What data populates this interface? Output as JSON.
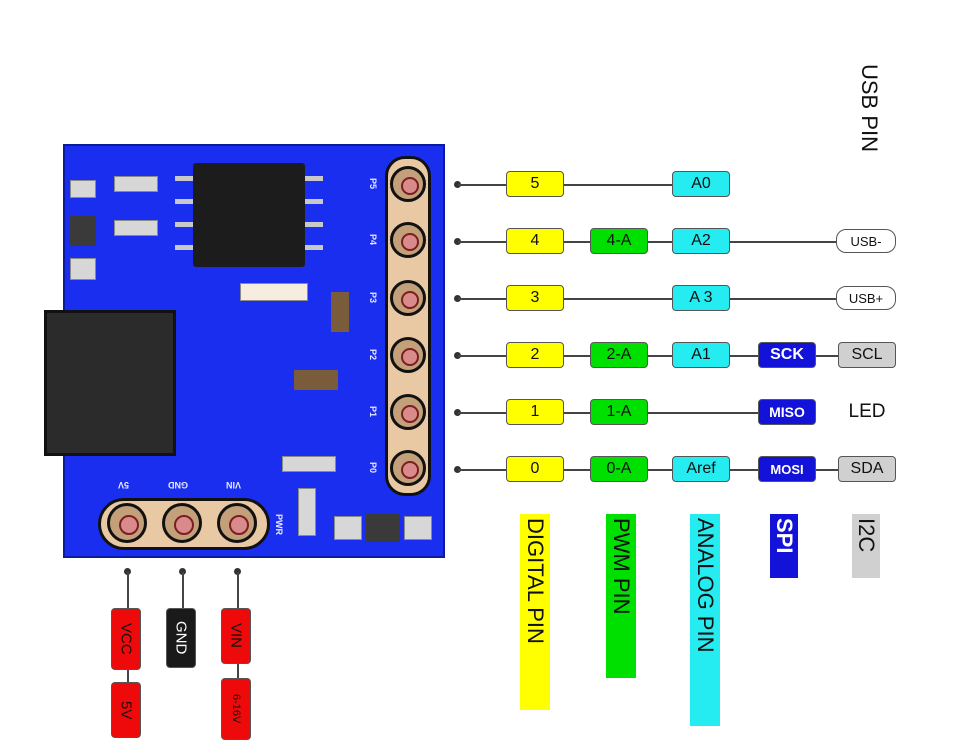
{
  "header": {
    "usb_pin_title": "USB PIN"
  },
  "board": {
    "pin_silk": [
      "P5",
      "P4",
      "P3",
      "P2",
      "P1",
      "P0"
    ],
    "power_silk": [
      "5V",
      "GND",
      "VIN"
    ],
    "side_silk": "PWR",
    "colors": {
      "board": "#1a2ef0",
      "chip": "#1c1c1c"
    }
  },
  "rows": [
    {
      "digital": "5",
      "pwm": "",
      "analog": "A0",
      "spi": "",
      "usb": ""
    },
    {
      "digital": "4",
      "pwm": "4-A",
      "analog": "A2",
      "spi": "",
      "usb": "USB-"
    },
    {
      "digital": "3",
      "pwm": "",
      "analog": "A 3",
      "spi": "",
      "usb": "USB+"
    },
    {
      "digital": "2",
      "pwm": "2-A",
      "analog": "A1",
      "spi": "SCK",
      "usb": "SCL"
    },
    {
      "digital": "1",
      "pwm": "1-A",
      "analog": "",
      "spi": "MISO",
      "usb": "LED"
    },
    {
      "digital": "0",
      "pwm": "0-A",
      "analog": "Aref",
      "spi": "MOSI",
      "usb": "SDA"
    }
  ],
  "legend": {
    "digital": "DIGITAL PIN",
    "pwm": "PWM PIN",
    "analog": "ANALOG PIN",
    "spi": "SPI",
    "i2c": "I2C"
  },
  "power_pins": {
    "vcc": "VCC",
    "vcc_value": "5V",
    "gnd": "GND",
    "vin": "VIN",
    "vin_value": "6-16V"
  },
  "colors": {
    "digital": "#ffff00",
    "pwm": "#00e000",
    "analog": "#25ecf0",
    "spi": "#1212d8",
    "i2c": "#d0d0d0",
    "power": "#ee0a0a"
  }
}
